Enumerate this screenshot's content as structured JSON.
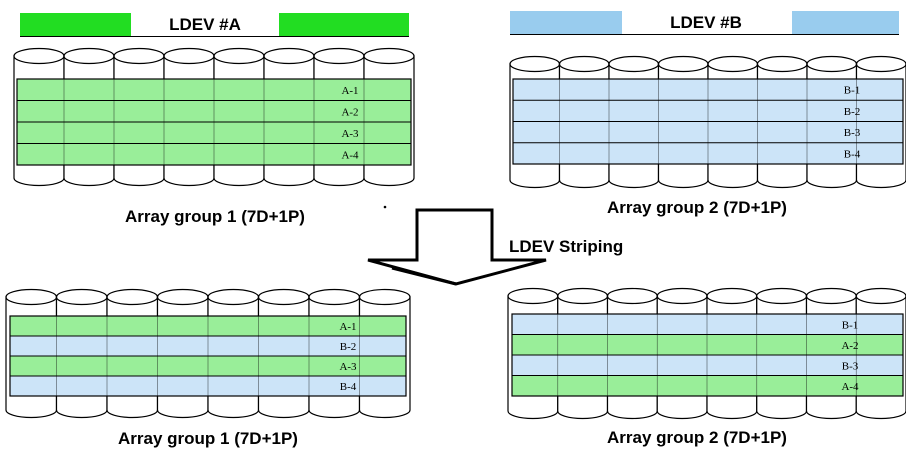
{
  "colors": {
    "ldev_a": "#22dd22",
    "ldev_a_fill": "#99ee99",
    "ldev_b": "#99ccee",
    "ldev_b_fill": "#cce4f8"
  },
  "top": {
    "left": {
      "header": "LDEV #A",
      "caption": "Array group 1 (7D+1P)",
      "rows": [
        {
          "label": "A-1",
          "ldev": "a"
        },
        {
          "label": "A-2",
          "ldev": "a"
        },
        {
          "label": "A-3",
          "ldev": "a"
        },
        {
          "label": "A-4",
          "ldev": "a"
        }
      ]
    },
    "right": {
      "header": "LDEV #B",
      "caption": "Array group 2 (7D+1P)",
      "rows": [
        {
          "label": "B-1",
          "ldev": "b"
        },
        {
          "label": "B-2",
          "ldev": "b"
        },
        {
          "label": "B-3",
          "ldev": "b"
        },
        {
          "label": "B-4",
          "ldev": "b"
        }
      ]
    }
  },
  "arrow_label": "LDEV Striping",
  "bottom": {
    "left": {
      "caption": "Array group 1 (7D+1P)",
      "rows": [
        {
          "label": "A-1",
          "ldev": "a"
        },
        {
          "label": "B-2",
          "ldev": "b"
        },
        {
          "label": "A-3",
          "ldev": "a"
        },
        {
          "label": "B-4",
          "ldev": "b"
        }
      ]
    },
    "right": {
      "caption": "Array group 2 (7D+1P)",
      "rows": [
        {
          "label": "B-1",
          "ldev": "b"
        },
        {
          "label": "A-2",
          "ldev": "a"
        },
        {
          "label": "B-3",
          "ldev": "b"
        },
        {
          "label": "A-4",
          "ldev": "a"
        }
      ]
    }
  }
}
